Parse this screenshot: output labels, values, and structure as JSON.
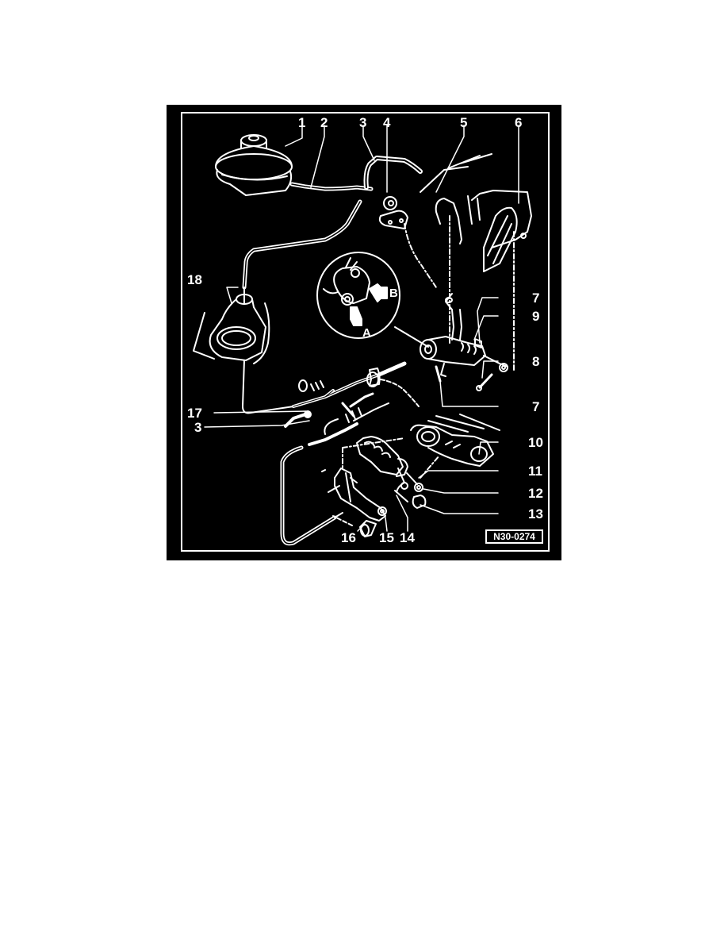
{
  "figure": {
    "code": "N30-0274",
    "colors": {
      "background": "#000000",
      "lines": "#ffffff",
      "page": "#ffffff"
    },
    "callouts": [
      {
        "id": "c1",
        "label": "1"
      },
      {
        "id": "c2",
        "label": "2"
      },
      {
        "id": "c3a",
        "label": "3"
      },
      {
        "id": "c4",
        "label": "4"
      },
      {
        "id": "c5",
        "label": "5"
      },
      {
        "id": "c6",
        "label": "6"
      },
      {
        "id": "c7a",
        "label": "7"
      },
      {
        "id": "c9",
        "label": "9"
      },
      {
        "id": "c8",
        "label": "8"
      },
      {
        "id": "c7b",
        "label": "7"
      },
      {
        "id": "c18",
        "label": "18"
      },
      {
        "id": "c17",
        "label": "17"
      },
      {
        "id": "c3b",
        "label": "3"
      },
      {
        "id": "c10",
        "label": "10"
      },
      {
        "id": "c11",
        "label": "11"
      },
      {
        "id": "c12",
        "label": "12"
      },
      {
        "id": "c13",
        "label": "13"
      },
      {
        "id": "c16",
        "label": "16"
      },
      {
        "id": "c15",
        "label": "15"
      },
      {
        "id": "c14",
        "label": "14"
      }
    ],
    "detail_arrows": [
      {
        "id": "A",
        "label": "A"
      },
      {
        "id": "B",
        "label": "B"
      }
    ]
  }
}
